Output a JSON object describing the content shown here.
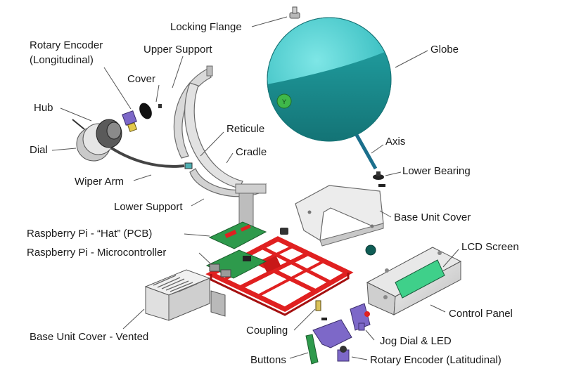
{
  "labels": {
    "locking_flange": "Locking Flange",
    "globe": "Globe",
    "rotary_encoder_long_line1": "Rotary Encoder",
    "rotary_encoder_long_line2": "(Longitudinal)",
    "upper_support": "Upper Support",
    "cover": "Cover",
    "hub": "Hub",
    "reticule": "Reticule",
    "cradle": "Cradle",
    "dial": "Dial",
    "axis": "Axis",
    "lower_bearing": "Lower Bearing",
    "wiper_arm": "Wiper Arm",
    "lower_support": "Lower Support",
    "base_unit_cover": "Base Unit Cover",
    "rpi_hat": "Raspberry Pi - “Hat” (PCB)",
    "rpi_micro": "Raspberry Pi - Microcontroller",
    "lcd_screen": "LCD Screen",
    "control_panel": "Control Panel",
    "base_unit_cover_vented": "Base Unit Cover - Vented",
    "coupling": "Coupling",
    "jog_dial": "Jog Dial & LED",
    "buttons": "Buttons",
    "rotary_encoder_lat": "Rotary Encoder (Latitudinal)"
  },
  "colors": {
    "globe_top": "#3ec9cc",
    "globe_bottom": "#1a8f91",
    "frame_red": "#e02020",
    "pcb_green": "#2e9a4c",
    "encoder_purple": "#7d68c8",
    "grey_part": "#d6d6d6",
    "lcd_green": "#3fd08a"
  }
}
